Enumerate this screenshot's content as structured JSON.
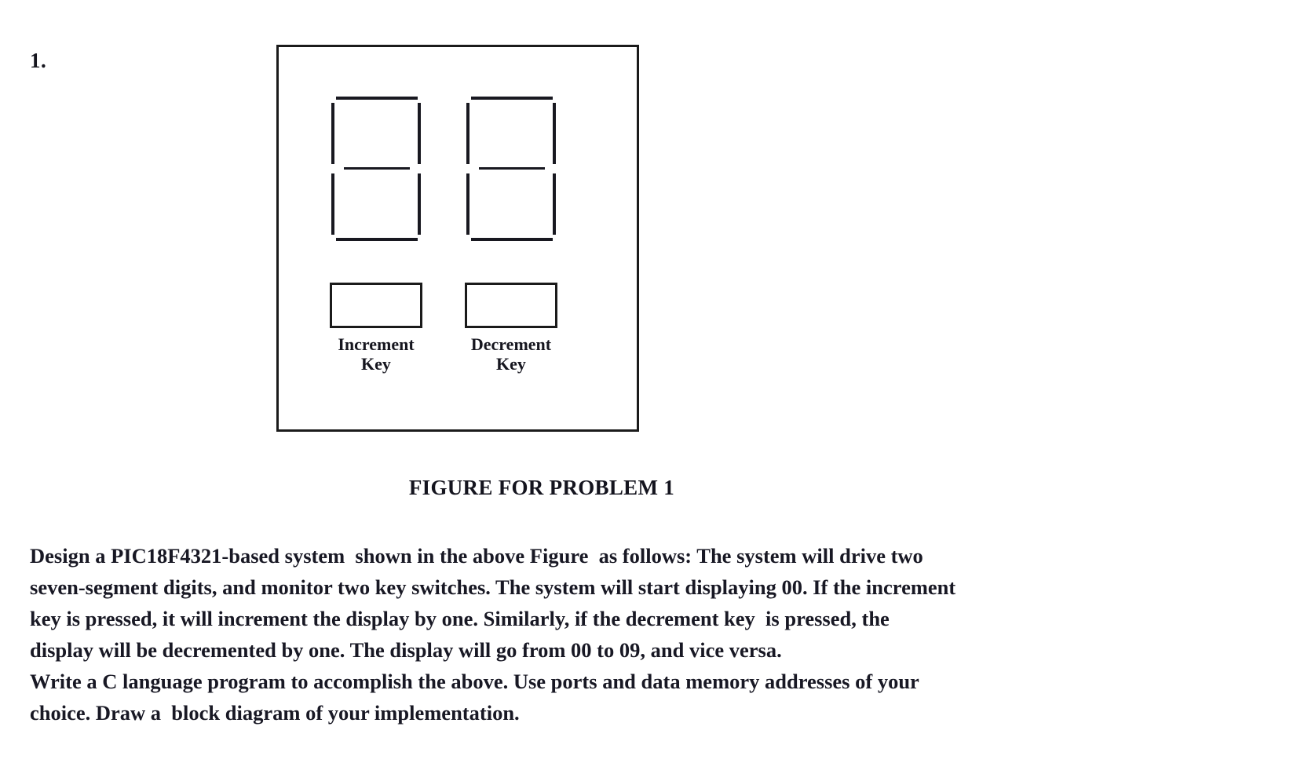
{
  "problem": {
    "number": "1.",
    "caption": "FIGURE FOR PROBLEM 1",
    "body_lines": [
      "Design a PIC18F4321-based system  shown in the above Figure  as follows: The system will drive two",
      "seven-segment digits, and monitor two key switches. The system will start displaying 00. If the increment",
      "key is pressed, it will increment the display by one. Similarly, if the decrement key  is pressed, the",
      "display will be decremented by one. The display will go from 00 to 09, and vice versa.",
      "Write a C language program to accomplish the above. Use ports and data memory addresses of your",
      "choice. Draw a  block diagram of your implementation."
    ]
  },
  "figure": {
    "displays": [
      {
        "name": "seven-segment-digit-1",
        "segments": [
          "a",
          "b",
          "c",
          "d",
          "e",
          "f",
          "g"
        ]
      },
      {
        "name": "seven-segment-digit-2",
        "segments": [
          "a",
          "b",
          "c",
          "d",
          "e",
          "f",
          "g"
        ]
      }
    ],
    "keys": [
      {
        "label": "Increment\nKey"
      },
      {
        "label": "Decrement\nKey"
      }
    ]
  },
  "colors": {
    "ink": "#181824",
    "outline": "#1b1b1b",
    "background": "#ffffff"
  }
}
